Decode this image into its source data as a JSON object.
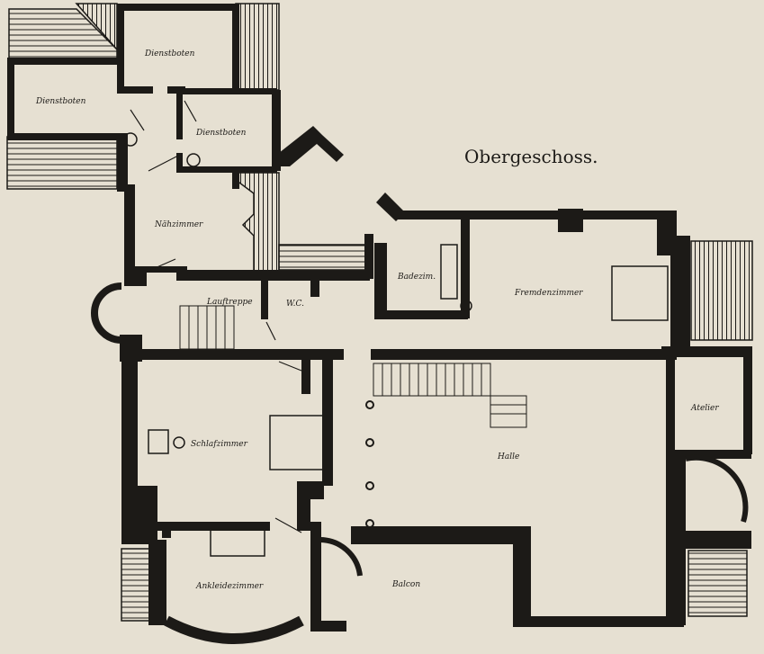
{
  "title": "Obergeschoss.",
  "rooms": {
    "dienstboten_1": "Dienstboten",
    "dienstboten_2": "Dienstboten",
    "dienstboten_3": "Dienstboten",
    "naehzimmer": "Nähzimmer",
    "lauftreppe": "Lauftreppe",
    "wc": "W.C.",
    "badezimmer": "Badezim.",
    "fremdenzimmer": "Fremdenzimmer",
    "schlafzimmer": "Schlafzimmer",
    "halle": "Halle",
    "atelier": "Atelier",
    "ankleidezimmer": "Ankleidezimmer",
    "balcon": "Balcon"
  },
  "colors": {
    "paper": "#e6e0d2",
    "ink": "#1c1a17"
  }
}
